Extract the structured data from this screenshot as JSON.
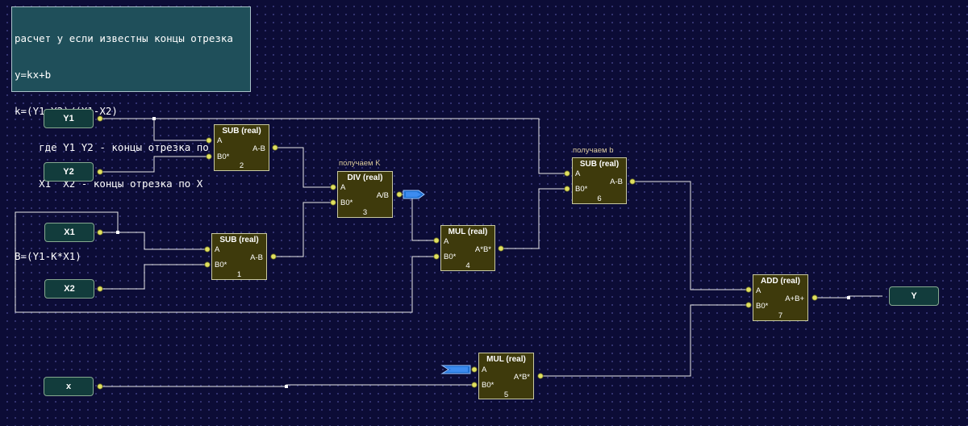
{
  "note": {
    "lines": [
      "расчет у если известны концы отрезка",
      "y=kx+b",
      "k=(Y1-Y2)/(X1-X2)",
      "    где Y1 Y2 - концы отрезка по Y",
      "    X1  X2 - концы отрезка по X",
      "",
      "B=(Y1-K*X1)"
    ]
  },
  "inputs": {
    "y1": "Y1",
    "y2": "Y2",
    "x1": "X1",
    "x2": "X2",
    "x": "x"
  },
  "output": {
    "y": "Y"
  },
  "captions": {
    "k": "получаем K",
    "b": "получаем b"
  },
  "blocks": {
    "sub2": {
      "title": "SUB (real)",
      "in_a": "A",
      "in_b": "B0*",
      "out": "A-B",
      "num": "2"
    },
    "sub1": {
      "title": "SUB (real)",
      "in_a": "A",
      "in_b": "B0*",
      "out": "A-B",
      "num": "1"
    },
    "div3": {
      "title": "DIV (real)",
      "in_a": "A",
      "in_b": "B0*",
      "out": "A/B",
      "num": "3"
    },
    "mul4": {
      "title": "MUL (real)",
      "in_a": "A",
      "in_b": "B0*",
      "out": "A*B*",
      "num": "4"
    },
    "sub6": {
      "title": "SUB (real)",
      "in_a": "A",
      "in_b": "B0*",
      "out": "A-B",
      "num": "6"
    },
    "add7": {
      "title": "ADD (real)",
      "in_a": "A",
      "in_b": "B0*",
      "out": "A+B+",
      "num": "7"
    },
    "mul5": {
      "title": "MUL (real)",
      "in_a": "A",
      "in_b": "B0*",
      "out": "A*B*",
      "num": "5"
    }
  },
  "colors": {
    "background": "#0c0c36",
    "wire": "#e8e8e8",
    "port": "#e0e060",
    "block_fill": "#3e3a0c",
    "io_fill": "#123c3c",
    "connector": "#1e6fd0"
  }
}
